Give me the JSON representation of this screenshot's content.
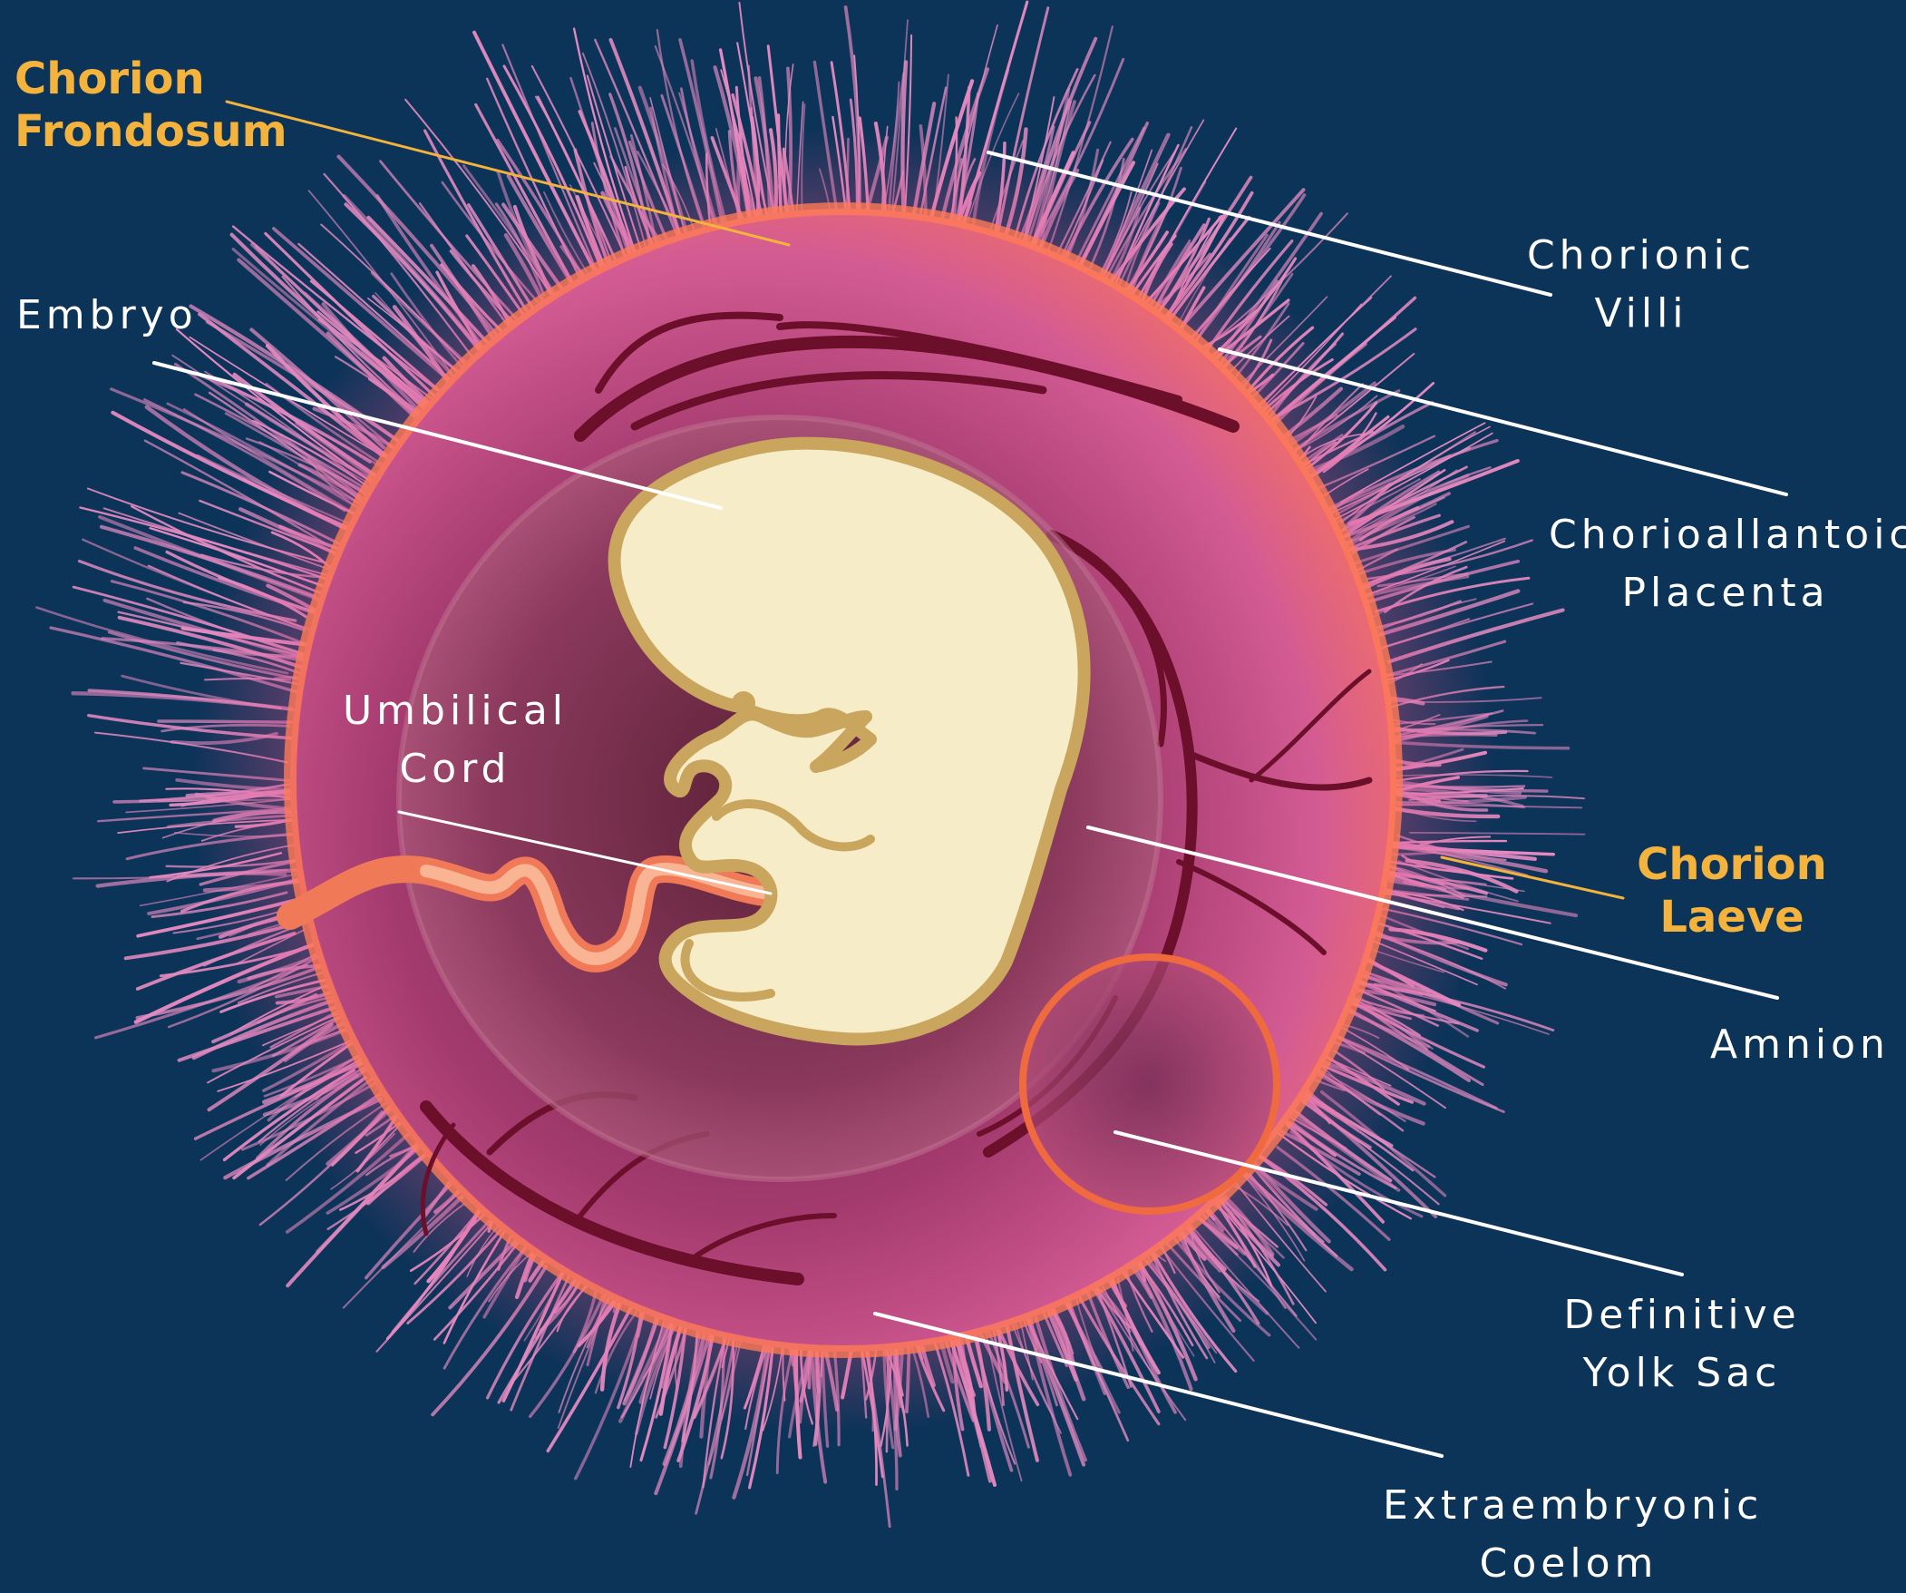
{
  "colors": {
    "background": "#0c3358",
    "label_text": "#ffffff",
    "accent_label": "#f3b33d",
    "chorion": "#c74a85",
    "villi": "#e48ac0",
    "embryo_fill": "#f6ecc7",
    "embryo_outline": "#c9a55e",
    "umbilical_cord": "#f07050",
    "yolk_sac_ring": "#ef6a3f",
    "vessels": "#6b0f2a"
  },
  "labels": {
    "chorion_frondosum": [
      "Chorion",
      "Frondosum"
    ],
    "embryo": [
      "Embryo"
    ],
    "umbilical_cord": [
      "Umbilical",
      "Cord"
    ],
    "chorionic_villi": [
      "Chorionic",
      "Villi"
    ],
    "chorioallantoic_placenta": [
      "Chorioallantoic",
      "Placenta"
    ],
    "chorion_laeve": [
      "Chorion",
      "Laeve"
    ],
    "amnion": [
      "Amnion"
    ],
    "definitive_yolk_sac": [
      "Definitive",
      "Yolk Sac"
    ],
    "extraembryonic_coelom": [
      "Extraembryonic",
      "Coelom"
    ]
  }
}
